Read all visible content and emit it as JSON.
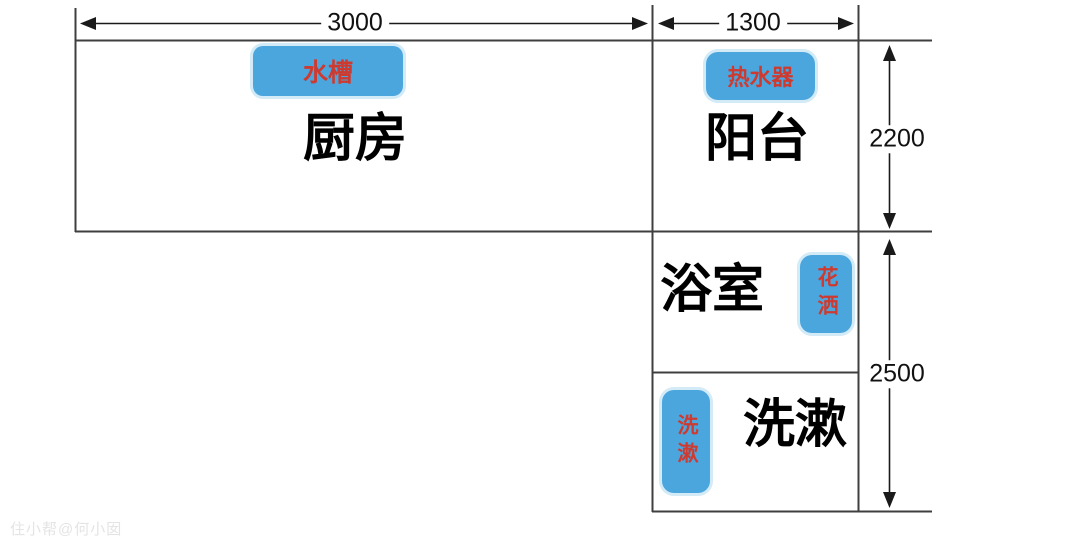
{
  "colors": {
    "badge_blue": "#4BA6DE",
    "badge_text_red": "#CE3A2F",
    "wall_line": "#3F3F3F",
    "dimension_line": "#1A1A1A"
  },
  "rooms": {
    "kitchen": {
      "label": "厨房"
    },
    "balcony": {
      "label": "阳台"
    },
    "bathroom": {
      "label": "浴室"
    },
    "washing": {
      "label": "洗漱"
    }
  },
  "fixtures": {
    "sink": {
      "label": "水槽"
    },
    "water_heater": {
      "label": "热水器"
    },
    "shower": {
      "label": "花洒"
    },
    "wash_basin": {
      "label": "洗漱"
    }
  },
  "dimensions": {
    "kitchen_width": "3000",
    "balcony_width": "1300",
    "balcony_height": "2200",
    "bath_column_height": "2500"
  },
  "watermark": "住小帮@何小囡"
}
